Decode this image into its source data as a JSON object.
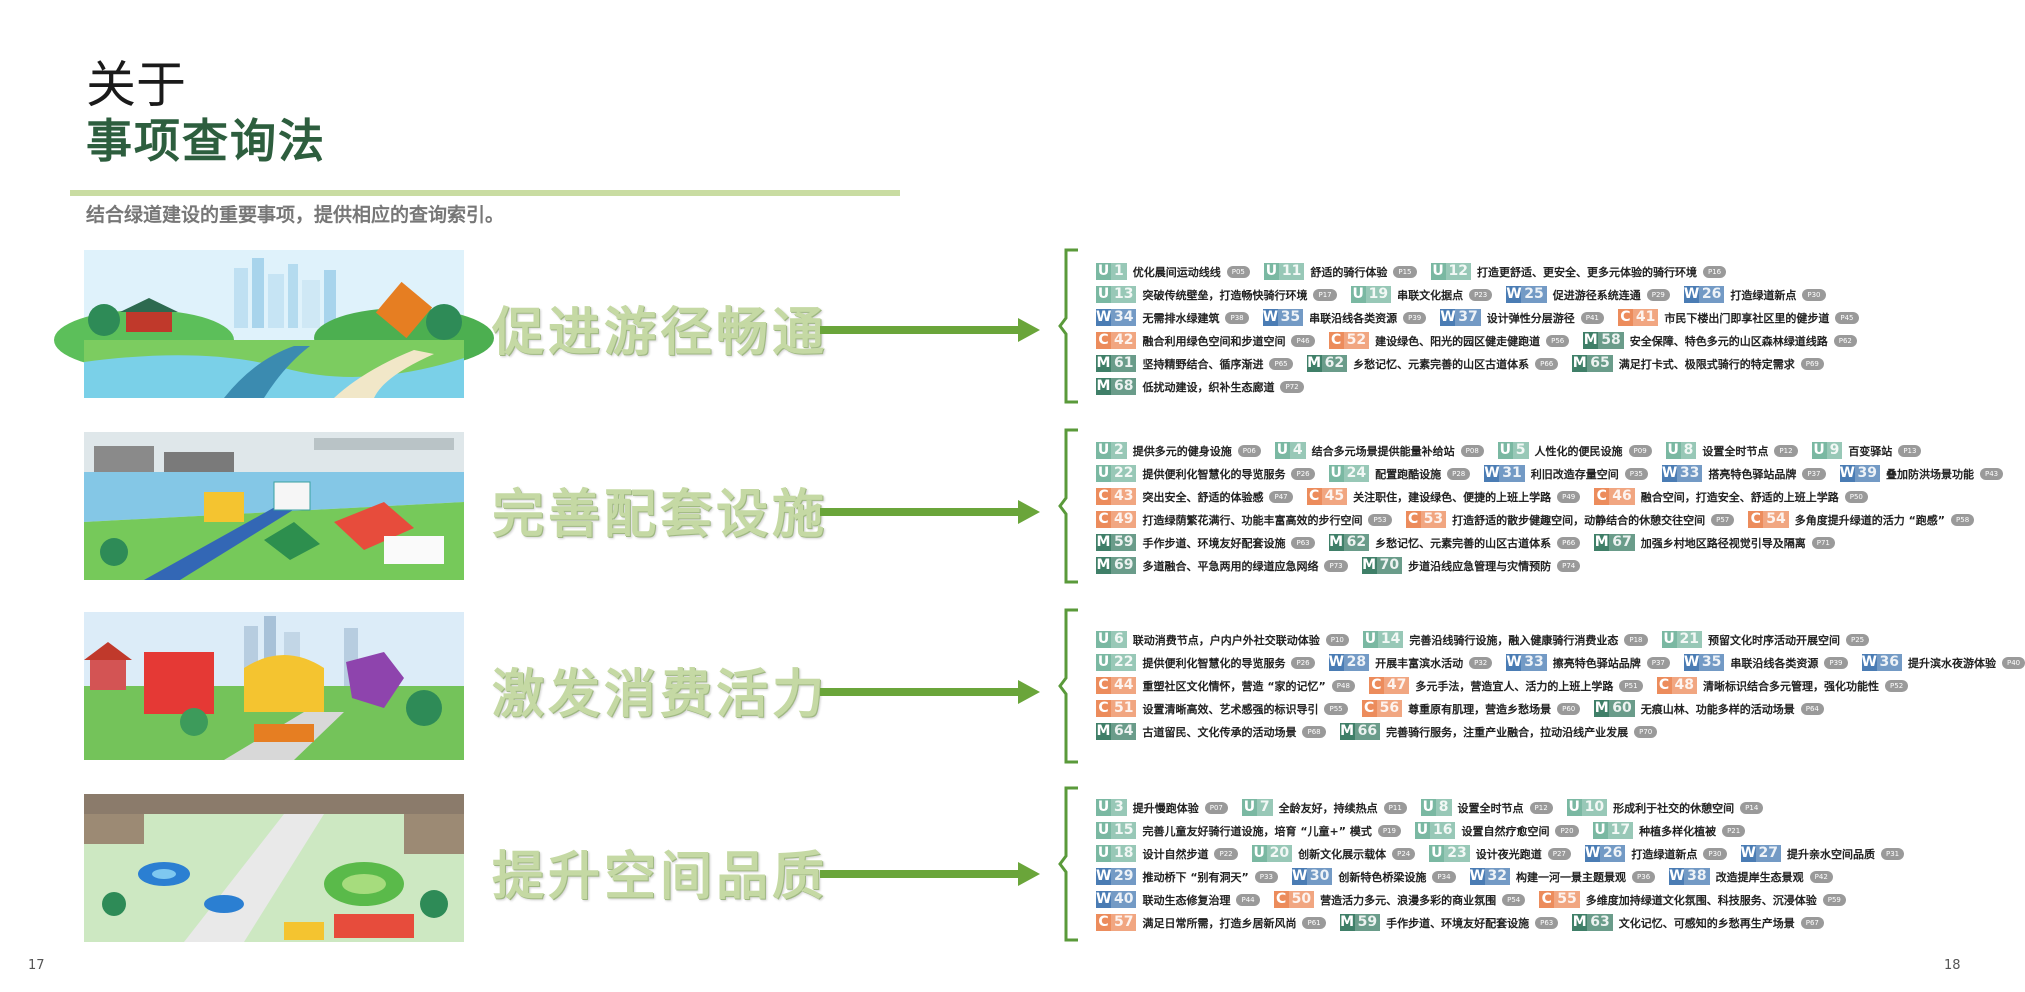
{
  "header": {
    "title_line1": "关于",
    "title_line2": "事项查询法",
    "subtitle": "结合绿道建设的重要事项，提供相应的查询索引。"
  },
  "page_numbers": {
    "left": "17",
    "right": "18"
  },
  "colors": {
    "U": "#7ab8a2",
    "W": "#4a7cb4",
    "C": "#ec8c5c",
    "M": "#3f7f68",
    "arrow": "#6aa53a",
    "brace": "#5a9a3a"
  },
  "sections": [
    {
      "title": "促进游径畅通",
      "rows": [
        [
          {
            "p": "U",
            "n": "1",
            "t": "优化晨间运动线线",
            "pg": "P05"
          },
          {
            "p": "U",
            "n": "11",
            "t": "舒适的骑行体验",
            "pg": "P15"
          },
          {
            "p": "U",
            "n": "12",
            "t": "打造更舒适、更安全、更多元体验的骑行环境",
            "pg": "P16"
          }
        ],
        [
          {
            "p": "U",
            "n": "13",
            "t": "突破传统壁垒，打造畅快骑行环境",
            "pg": "P17"
          },
          {
            "p": "U",
            "n": "19",
            "t": "串联文化据点",
            "pg": "P23"
          },
          {
            "p": "W",
            "n": "25",
            "t": "促进游径系统连通",
            "pg": "P29"
          },
          {
            "p": "W",
            "n": "26",
            "t": "打造绿道新点",
            "pg": "P30"
          }
        ],
        [
          {
            "p": "W",
            "n": "34",
            "t": "无需排水绿建筑",
            "pg": "P38"
          },
          {
            "p": "W",
            "n": "35",
            "t": "串联沿线各类资源",
            "pg": "P39"
          },
          {
            "p": "W",
            "n": "37",
            "t": "设计弹性分层游径",
            "pg": "P41"
          },
          {
            "p": "C",
            "n": "41",
            "t": "市民下楼出门即享社区里的健步道",
            "pg": "P45"
          }
        ],
        [
          {
            "p": "C",
            "n": "42",
            "t": "融合利用绿色空间和步道空间",
            "pg": "P46"
          },
          {
            "p": "C",
            "n": "52",
            "t": "建设绿色、阳光的园区健走健跑道",
            "pg": "P56"
          },
          {
            "p": "M",
            "n": "58",
            "t": "安全保障、特色多元的山区森林绿道线路",
            "pg": "P62"
          }
        ],
        [
          {
            "p": "M",
            "n": "61",
            "t": "坚持精野结合、循序渐进",
            "pg": "P65"
          },
          {
            "p": "M",
            "n": "62",
            "t": "乡愁记忆、元素完善的山区古道体系",
            "pg": "P66"
          },
          {
            "p": "M",
            "n": "65",
            "t": "满足打卡式、极限式骑行的特定需求",
            "pg": "P69"
          }
        ],
        [
          {
            "p": "M",
            "n": "68",
            "t": "低扰动建设，织补生态廊道",
            "pg": "P72"
          }
        ]
      ]
    },
    {
      "title": "完善配套设施",
      "rows": [
        [
          {
            "p": "U",
            "n": "2",
            "t": "提供多元的健身设施",
            "pg": "P06"
          },
          {
            "p": "U",
            "n": "4",
            "t": "结合多元场景提供能量补给站",
            "pg": "P08"
          },
          {
            "p": "U",
            "n": "5",
            "t": "人性化的便民设施",
            "pg": "P09"
          },
          {
            "p": "U",
            "n": "8",
            "t": "设置全时节点",
            "pg": "P12"
          },
          {
            "p": "U",
            "n": "9",
            "t": "百变驿站",
            "pg": "P13"
          }
        ],
        [
          {
            "p": "U",
            "n": "22",
            "t": "提供便利化智慧化的导览服务",
            "pg": "P26"
          },
          {
            "p": "U",
            "n": "24",
            "t": "配置跑酷设施",
            "pg": "P28"
          },
          {
            "p": "W",
            "n": "31",
            "t": "利旧改造存量空间",
            "pg": "P35"
          },
          {
            "p": "W",
            "n": "33",
            "t": "搭亮特色驿站品牌",
            "pg": "P37"
          },
          {
            "p": "W",
            "n": "39",
            "t": "叠加防洪场景功能",
            "pg": "P43"
          }
        ],
        [
          {
            "p": "C",
            "n": "43",
            "t": "突出安全、舒适的体验感",
            "pg": "P47"
          },
          {
            "p": "C",
            "n": "45",
            "t": "关注职住，建设绿色、便捷的上班上学路",
            "pg": "P49"
          },
          {
            "p": "C",
            "n": "46",
            "t": "融合空间，打造安全、舒适的上班上学路",
            "pg": "P50"
          }
        ],
        [
          {
            "p": "C",
            "n": "49",
            "t": "打造绿荫繁花满行、功能丰富高效的步行空间",
            "pg": "P53"
          },
          {
            "p": "C",
            "n": "53",
            "t": "打造舒适的散步健趣空间，动静结合的休憩交往空间",
            "pg": "P57"
          },
          {
            "p": "C",
            "n": "54",
            "t": "多角度提升绿道的活力 “跑感”",
            "pg": "P58"
          }
        ],
        [
          {
            "p": "M",
            "n": "59",
            "t": "手作步道、环境友好配套设施",
            "pg": "P63"
          },
          {
            "p": "M",
            "n": "62",
            "t": "乡愁记忆、元素完善的山区古道体系",
            "pg": "P66"
          },
          {
            "p": "M",
            "n": "67",
            "t": "加强乡村地区路径视觉引导及隔离",
            "pg": "P71"
          }
        ],
        [
          {
            "p": "M",
            "n": "69",
            "t": "多道融合、平急两用的绿道应急网络",
            "pg": "P73"
          },
          {
            "p": "M",
            "n": "70",
            "t": "步道沿线应急管理与灾情预防",
            "pg": "P74"
          }
        ]
      ]
    },
    {
      "title": "激发消费活力",
      "rows": [
        [
          {
            "p": "U",
            "n": "6",
            "t": "联动消费节点，户内户外社交联动体验",
            "pg": "P10"
          },
          {
            "p": "U",
            "n": "14",
            "t": "完善沿线骑行设施，融入健康骑行消费业态",
            "pg": "P18"
          },
          {
            "p": "U",
            "n": "21",
            "t": "预留文化时序活动开展空间",
            "pg": "P25"
          }
        ],
        [
          {
            "p": "U",
            "n": "22",
            "t": "提供便利化智慧化的导览服务",
            "pg": "P26"
          },
          {
            "p": "W",
            "n": "28",
            "t": "开展丰富滨水活动",
            "pg": "P32"
          },
          {
            "p": "W",
            "n": "33",
            "t": "擦亮特色驿站品牌",
            "pg": "P37"
          },
          {
            "p": "W",
            "n": "35",
            "t": "串联沿线各类资源",
            "pg": "P39"
          },
          {
            "p": "W",
            "n": "36",
            "t": "提升滨水夜游体验",
            "pg": "P40"
          }
        ],
        [
          {
            "p": "C",
            "n": "44",
            "t": "重塑社区文化情怀，营造 “家的记忆”",
            "pg": "P48"
          },
          {
            "p": "C",
            "n": "47",
            "t": "多元手法，营造宜人、活力的上班上学路",
            "pg": "P51"
          },
          {
            "p": "C",
            "n": "48",
            "t": "清晰标识结合多元管理，强化功能性",
            "pg": "P52"
          }
        ],
        [
          {
            "p": "C",
            "n": "51",
            "t": "设置清晰高效、艺术感强的标识导引",
            "pg": "P55"
          },
          {
            "p": "C",
            "n": "56",
            "t": "尊重原有肌理，营造乡愁场景",
            "pg": "P60"
          },
          {
            "p": "M",
            "n": "60",
            "t": "无痕山林、功能多样的活动场景",
            "pg": "P64"
          }
        ],
        [
          {
            "p": "M",
            "n": "64",
            "t": "古道留民、文化传承的活动场景",
            "pg": "P68"
          },
          {
            "p": "M",
            "n": "66",
            "t": "完善骑行服务，注重产业融合，拉动沿线产业发展",
            "pg": "P70"
          }
        ]
      ]
    },
    {
      "title": "提升空间品质",
      "rows": [
        [
          {
            "p": "U",
            "n": "3",
            "t": "提升慢跑体验",
            "pg": "P07"
          },
          {
            "p": "U",
            "n": "7",
            "t": "全龄友好，持续热点",
            "pg": "P11"
          },
          {
            "p": "U",
            "n": "8",
            "t": "设置全时节点",
            "pg": "P12"
          },
          {
            "p": "U",
            "n": "10",
            "t": "形成利于社交的休憩空间",
            "pg": "P14"
          }
        ],
        [
          {
            "p": "U",
            "n": "15",
            "t": "完善儿童友好骑行道设施，培育 “儿童+” 模式",
            "pg": "P19"
          },
          {
            "p": "U",
            "n": "16",
            "t": "设置自然疗愈空间",
            "pg": "P20"
          },
          {
            "p": "U",
            "n": "17",
            "t": "种植多样化植被",
            "pg": "P21"
          }
        ],
        [
          {
            "p": "U",
            "n": "18",
            "t": "设计自然步道",
            "pg": "P22"
          },
          {
            "p": "U",
            "n": "20",
            "t": "创新文化展示载体",
            "pg": "P24"
          },
          {
            "p": "U",
            "n": "23",
            "t": "设计夜光跑道",
            "pg": "P27"
          },
          {
            "p": "W",
            "n": "26",
            "t": "打造绿道新点",
            "pg": "P30"
          },
          {
            "p": "W",
            "n": "27",
            "t": "提升亲水空间品质",
            "pg": "P31"
          }
        ],
        [
          {
            "p": "W",
            "n": "29",
            "t": "推动桥下 “别有洞天”",
            "pg": "P33"
          },
          {
            "p": "W",
            "n": "30",
            "t": "创新特色桥梁设施",
            "pg": "P34"
          },
          {
            "p": "W",
            "n": "32",
            "t": "构建一河一景主题景观",
            "pg": "P36"
          },
          {
            "p": "W",
            "n": "38",
            "t": "改造提岸生态景观",
            "pg": "P42"
          }
        ],
        [
          {
            "p": "W",
            "n": "40",
            "t": "联动生态修复治理",
            "pg": "P44"
          },
          {
            "p": "C",
            "n": "50",
            "t": "营造活力多元、浪漫多彩的商业氛围",
            "pg": "P54"
          },
          {
            "p": "C",
            "n": "55",
            "t": "多维度加持绿道文化氛围、科技服务、沉浸体验",
            "pg": "P59"
          }
        ],
        [
          {
            "p": "C",
            "n": "57",
            "t": "满足日常所需，打造乡居新风尚",
            "pg": "P61"
          },
          {
            "p": "M",
            "n": "59",
            "t": "手作步道、环境友好配套设施",
            "pg": "P63"
          },
          {
            "p": "M",
            "n": "63",
            "t": "文化记忆、可感知的乡愁再生产场景",
            "pg": "P67"
          }
        ]
      ]
    }
  ]
}
